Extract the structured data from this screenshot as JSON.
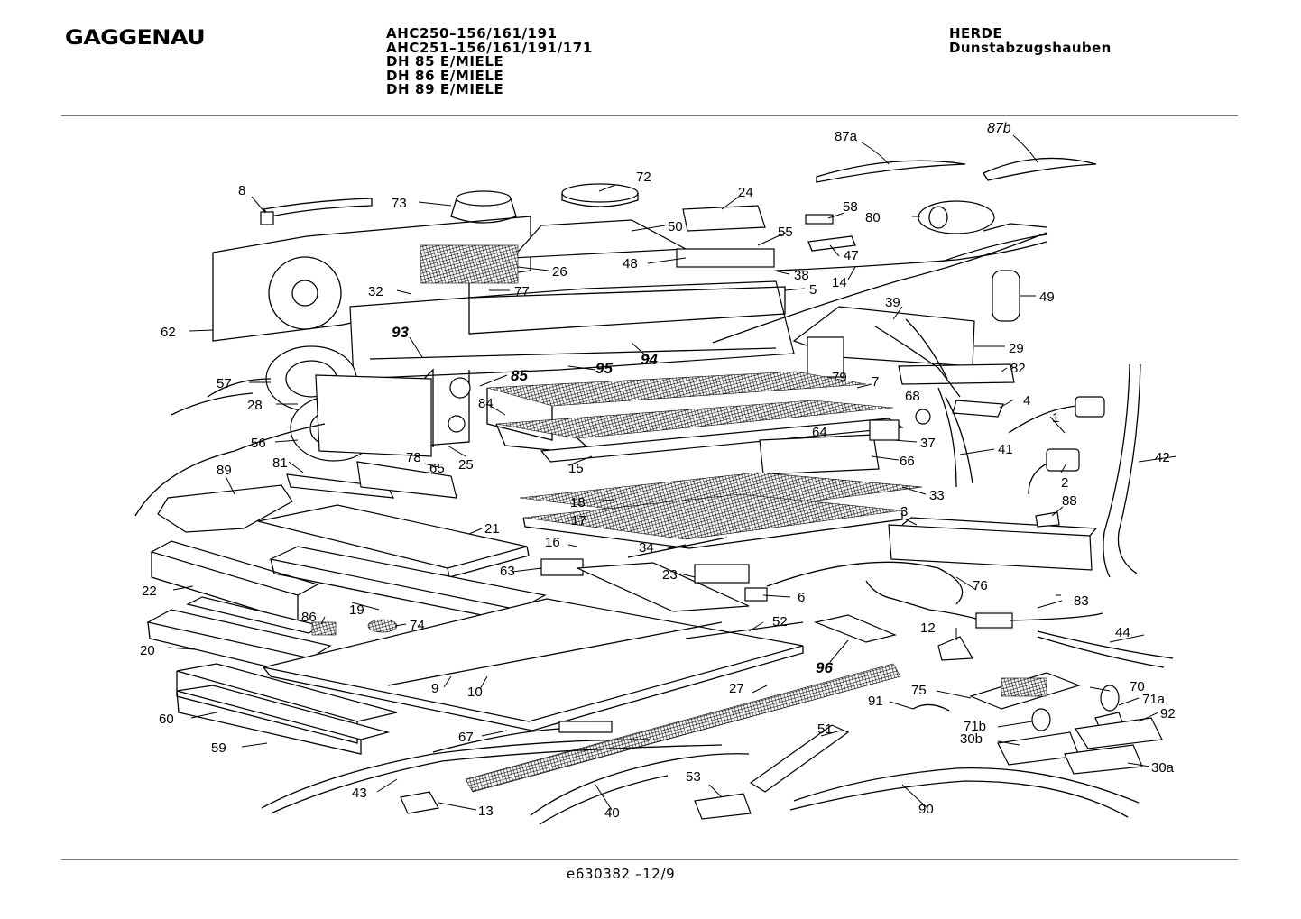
{
  "header": {
    "logo_text": "GAGGENAU",
    "models": [
      "AHC250–156/161/191",
      "AHC251–156/161/191/171",
      "DH 85 E/MIELE",
      "DH 86 E/MIELE",
      "DH 89 E/MIELE"
    ],
    "category_line1": "HERDE",
    "category_line2": "Dunstabzugshauben"
  },
  "footer": {
    "document_number": "e630382 –12/9"
  },
  "part_labels": {
    "p1": "1",
    "p2": "2",
    "p3": "3",
    "p4": "4",
    "p5": "5",
    "p6": "6",
    "p7": "7",
    "p8": "8",
    "p9": "9",
    "p10": "10",
    "p12": "12",
    "p13": "13",
    "p14": "14",
    "p15": "15",
    "p16": "16",
    "p17": "17",
    "p18": "18",
    "p19": "19",
    "p20": "20",
    "p21": "21",
    "p22": "22",
    "p23": "23",
    "p24": "24",
    "p25": "25",
    "p26": "26",
    "p27": "27",
    "p28": "28",
    "p29": "29",
    "p30a": "30a",
    "p30b": "30b",
    "p32": "32",
    "p33": "33",
    "p34": "34",
    "p37": "37",
    "p38": "38",
    "p39": "39",
    "p40": "40",
    "p41": "41",
    "p42": "42",
    "p43": "43",
    "p44": "44",
    "p47": "47",
    "p48": "48",
    "p49": "49",
    "p50": "50",
    "p51": "51",
    "p52": "52",
    "p53": "53",
    "p55": "55",
    "p56": "56",
    "p57": "57",
    "p58": "58",
    "p59": "59",
    "p60": "60",
    "p62": "62",
    "p63": "63",
    "p64": "64",
    "p65": "65",
    "p66": "66",
    "p67": "67",
    "p68": "68",
    "p70": "70",
    "p71a": "71a",
    "p71b": "71b",
    "p72": "72",
    "p73": "73",
    "p74": "74",
    "p75": "75",
    "p76": "76",
    "p77": "77",
    "p78": "78",
    "p79": "79",
    "p80": "80",
    "p81": "81",
    "p82": "82",
    "p83": "83",
    "p84": "84",
    "p85": "85",
    "p86": "86",
    "p87a": "87a",
    "p87b": "87b",
    "p88": "88",
    "p89": "89",
    "p90": "90",
    "p91": "91",
    "p92": "92",
    "p93": "93",
    "p94": "94",
    "p95": "95",
    "p96": "96"
  }
}
